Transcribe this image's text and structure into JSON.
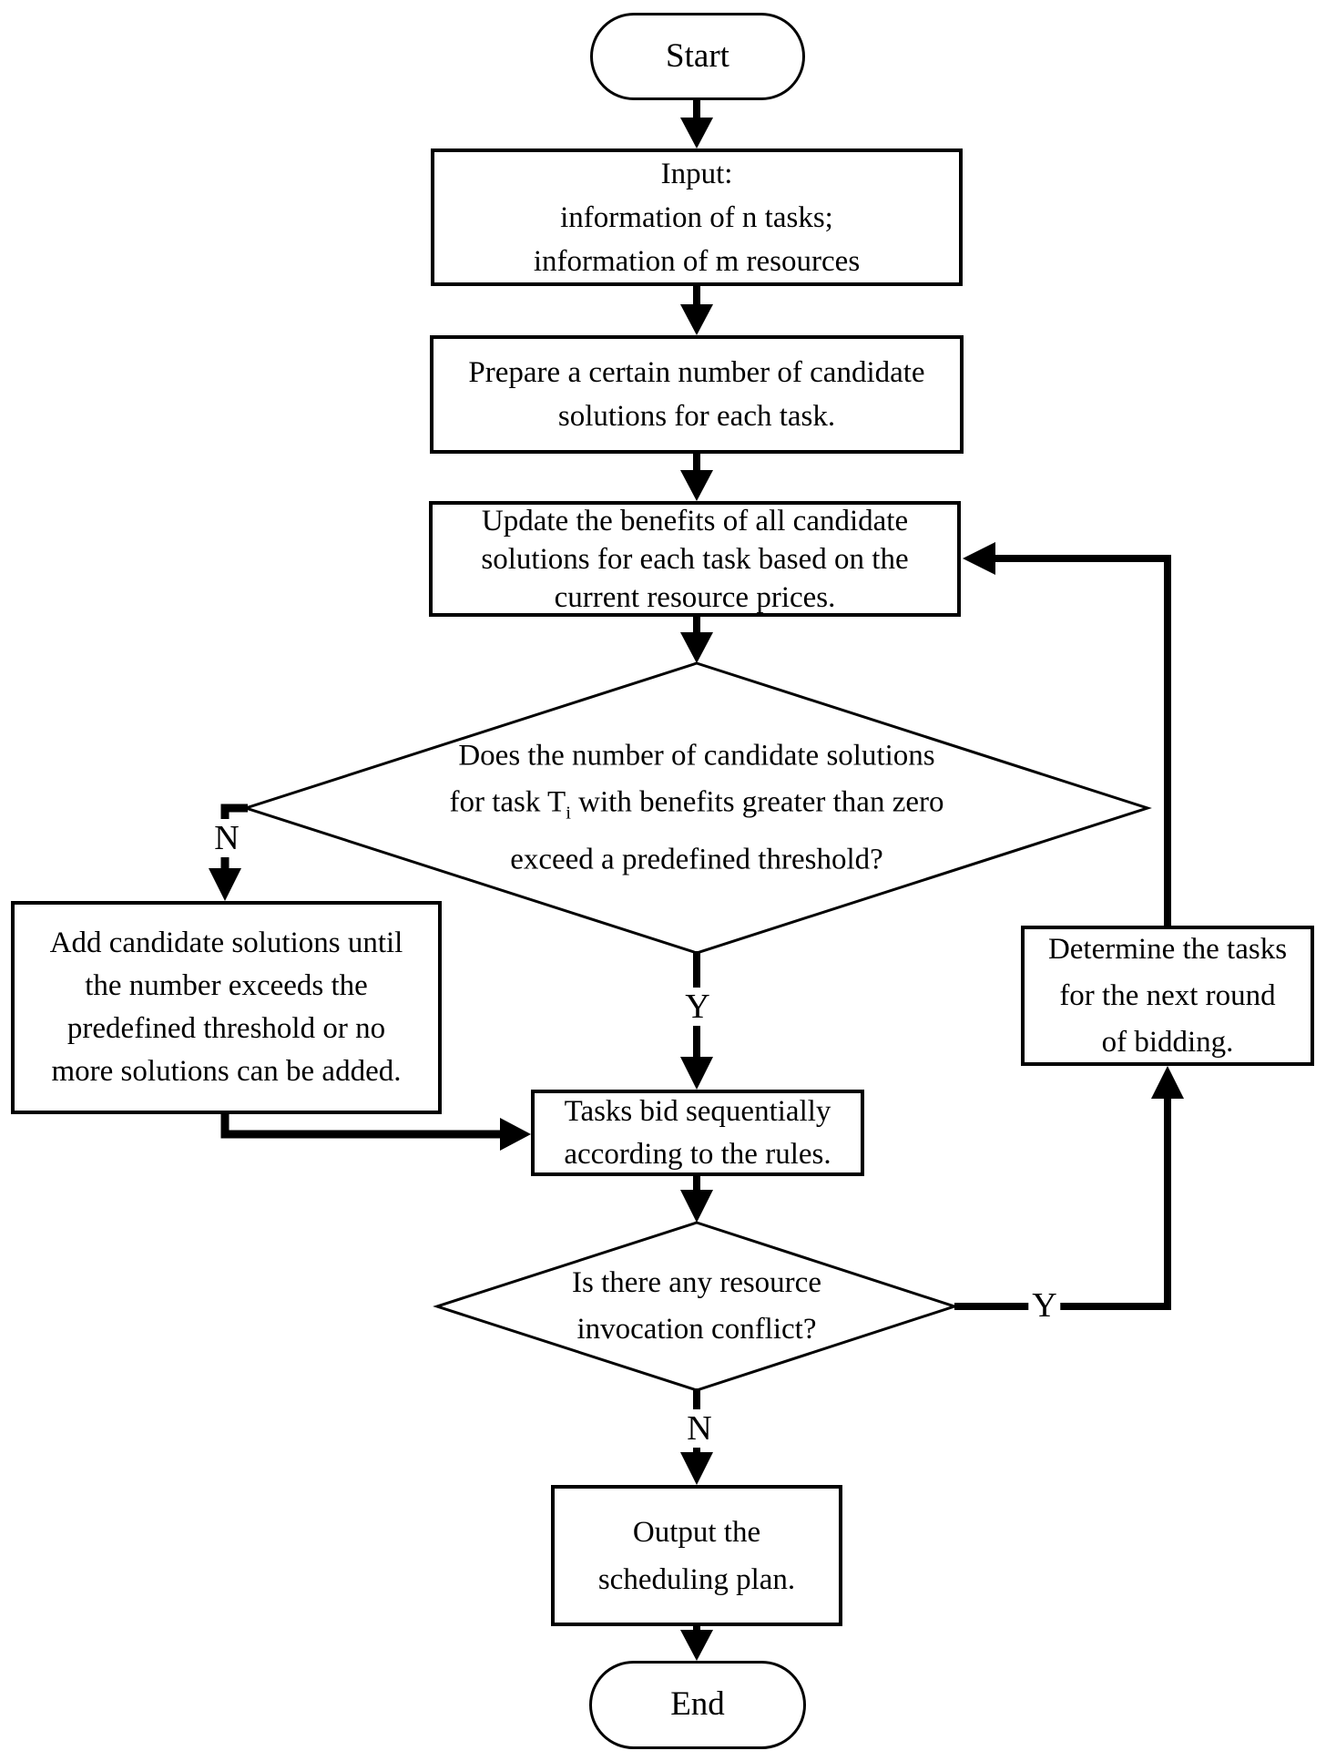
{
  "nodes": {
    "start": {
      "label": "Start"
    },
    "input": {
      "lines": [
        "Input:",
        "information of n tasks;",
        "information of m resources"
      ]
    },
    "prepare": {
      "lines": [
        "Prepare a certain number of candidate",
        "solutions for each task."
      ]
    },
    "update": {
      "lines": [
        "Update the benefits of all candidate",
        "solutions for each task based on the",
        "current resource prices."
      ]
    },
    "decision_threshold": {
      "line1": "Does the number of candidate solutions",
      "line2_pre": "for task T",
      "line2_sub": "i",
      "line2_post": " with benefits greater than zero",
      "line3": "exceed a predefined threshold?"
    },
    "add_candidates": {
      "lines": [
        "Add candidate solutions until",
        "the number exceeds the",
        "predefined threshold or no",
        "more solutions can be added."
      ]
    },
    "tasks_bid": {
      "lines": [
        "Tasks bid sequentially",
        "according to the rules."
      ]
    },
    "decision_conflict": {
      "lines": [
        "Is there any resource",
        "invocation conflict?"
      ]
    },
    "determine_tasks": {
      "lines": [
        "Determine the tasks",
        "for the next round",
        "of bidding."
      ]
    },
    "output_plan": {
      "lines": [
        "Output the",
        "scheduling plan."
      ]
    },
    "end": {
      "label": "End"
    }
  },
  "edge_labels": {
    "threshold_no": "N",
    "threshold_yes": "Y",
    "conflict_yes": "Y",
    "conflict_no": "N"
  },
  "colors": {
    "line": "#000000",
    "fill": "#ffffff",
    "text": "#000000"
  }
}
